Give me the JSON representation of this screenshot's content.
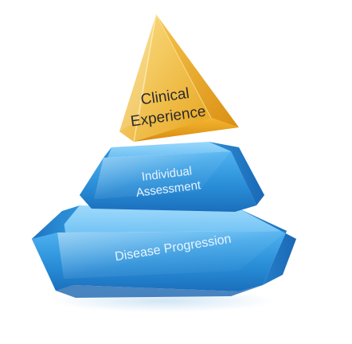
{
  "diagram": {
    "tiers": [
      {
        "id": "top",
        "lines": [
          "Clinical",
          "Experience"
        ],
        "color": "#f2b234"
      },
      {
        "id": "middle",
        "lines": [
          "Individual",
          "Assessment"
        ],
        "color": "#2a8fd8"
      },
      {
        "id": "bottom",
        "lines": [
          "Disease Progression"
        ],
        "color": "#2a8fd8"
      }
    ]
  }
}
